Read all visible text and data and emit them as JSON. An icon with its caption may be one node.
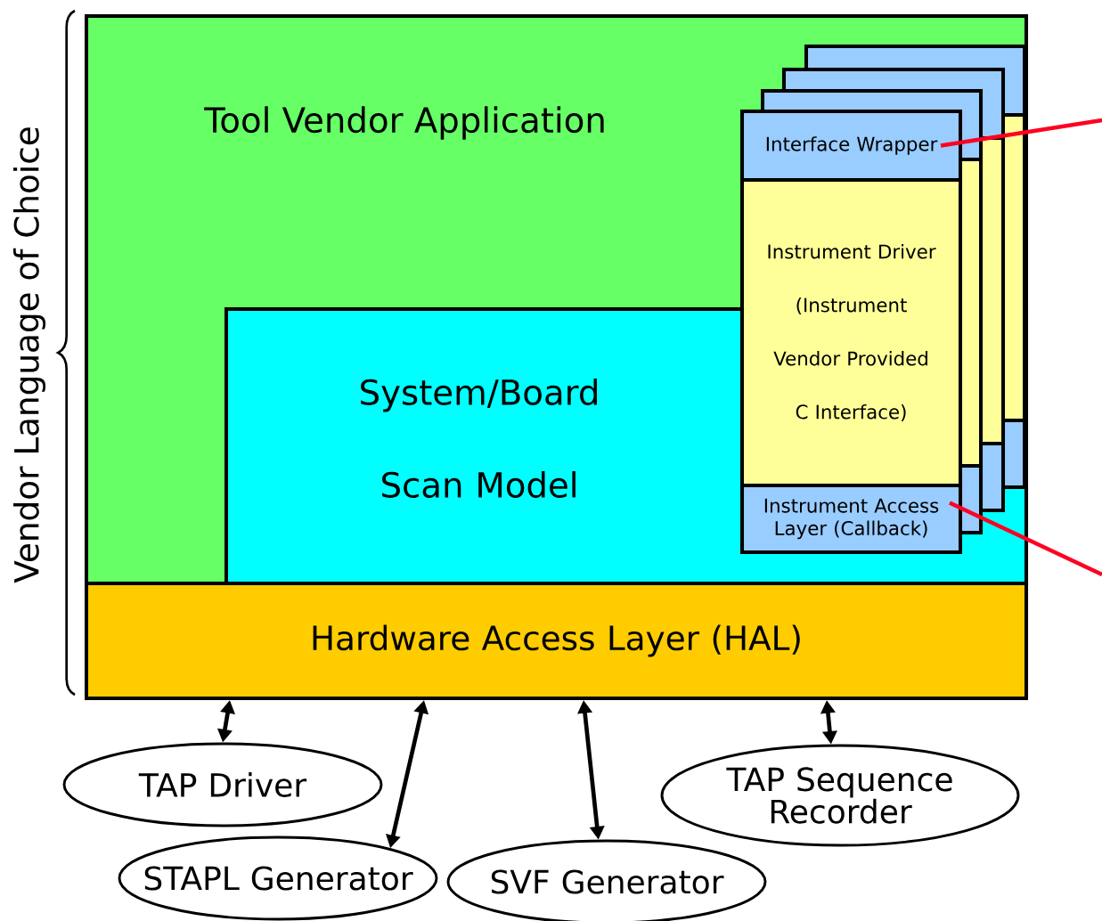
{
  "diagram": {
    "nodes": [
      {
        "text": [
          "Tool Vendor Application"
        ]
      },
      {
        "text": [
          "System/Board Scan Model"
        ],
        "in": 0
      },
      {
        "text": [],
        "shape": "box",
        "in": 0
      },
      {
        "text": [],
        "shape": "box",
        "in": 0
      },
      {
        "text": [],
        "shape": "box",
        "in": 0
      },
      {
        "text": [
          "Interface Wrapper"
        ],
        "in": 0
      },
      {
        "text": [
          "Instrument Driver (Instrument Vendor Provided C Interface)"
        ],
        "in": 0
      },
      {
        "text": [
          "Instrument Access Layer (Callback)"
        ],
        "in": 1
      },
      {
        "text": [
          "Hardware Access Layer (HAL)"
        ]
      },
      {
        "text": [
          "TAP Driver"
        ]
      },
      {
        "text": [
          "STAPL Generator"
        ]
      },
      {
        "text": [
          "SVF Generator"
        ]
      },
      {
        "text": [
          "TAP Sequence Recorder"
        ]
      }
    ],
    "edges": [
      {
        "from": 8,
        "to": 9,
        "arrow": "both"
      },
      {
        "from": 8,
        "to": 10,
        "arrow": "both"
      },
      {
        "from": 8,
        "to": 11,
        "arrow": "both"
      },
      {
        "from": 8,
        "to": 12,
        "arrow": "both"
      },
      {
        "from": 5,
        "to": null,
        "arrow": "none",
        "color": "#ff0022"
      },
      {
        "from": 7,
        "to": null,
        "arrow": "none",
        "color": "#ff0022"
      }
    ],
    "labels": [
      "Vendor Language of Choice"
    ]
  }
}
